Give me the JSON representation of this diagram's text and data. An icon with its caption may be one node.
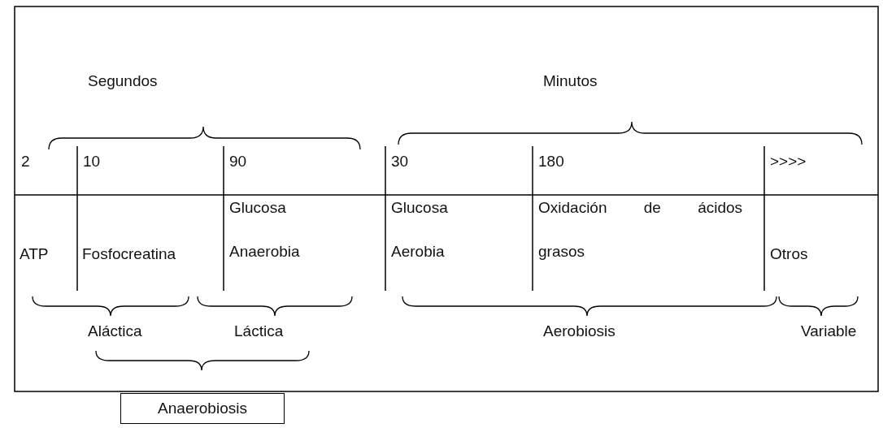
{
  "diagram": {
    "nodes": [
      {
        "text": [
          "Anaerobiosis"
        ]
      }
    ],
    "labels": [
      "Segundos",
      "Minutos",
      "2",
      "10",
      "90",
      "30",
      "180",
      ">>>>",
      "ATP",
      "Fosfocreatina",
      "Glucosa Anaerobia",
      "Glucosa Aerobia",
      "Oxidación de ácidos grasos",
      "Otros",
      "Aláctica",
      "Láctica",
      "Aerobiosis",
      "Variable"
    ]
  }
}
